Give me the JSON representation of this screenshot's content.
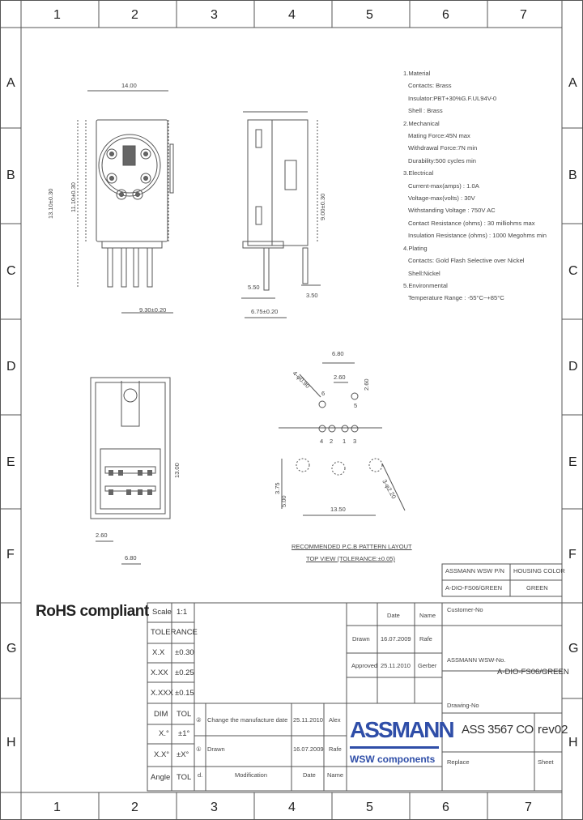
{
  "grid": {
    "cols": [
      "1",
      "2",
      "3",
      "4",
      "5",
      "6",
      "7"
    ],
    "rows": [
      "A",
      "B",
      "C",
      "D",
      "E",
      "F",
      "G",
      "H"
    ]
  },
  "material": [
    "1.Material",
    "Contacts: Brass",
    "Insulator:PBT+30%G.F.UL94V-0",
    "Shell :  Brass",
    "2.Mechanical",
    "Mating Force:45N max",
    "Withdrawal Force:7N min",
    "Durability:500 cycles min",
    "3.Electrical",
    "Current-max(amps) : 1.0A",
    "Voltage-max(volts) : 30V",
    "Withstanding Voltage : 750V AC",
    "Contact Resistance (ohms) : 30 milliohms max",
    "Insulation Resistance (ohms) : 1000 Megohms min",
    "4.Plating",
    "Contacts: Gold Flash Selective over Nickel",
    "Shell:Nickel",
    "5.Environmental",
    "Temperature Range : -55°C~+85°C"
  ],
  "dims": {
    "front_width": "14.00",
    "front_height_a": "13.10±0.30",
    "front_height_b": "11.10±0.30",
    "front_bottom": "9.30±0.20",
    "side_height": "9.00±0.30",
    "side_a": "5.50",
    "side_b": "3.50",
    "side_bottom": "6.75±0.20",
    "top_depth": "13.00",
    "top_a": "2.60",
    "top_b": "6.80",
    "pcb_a": "6.80",
    "pcb_b": "2.60",
    "pcb_c": "2.60",
    "pcb_d": "4-φ0.90",
    "pcb_e": "3.75",
    "pcb_f": "5.00",
    "pcb_g": "13.50",
    "pcb_h": "3-φ2.20"
  },
  "pin_labels": [
    "6",
    "5",
    "4",
    "2",
    "1",
    "3"
  ],
  "pcb_title": "RECOMMENDED P.C.B PATTERN LAYOUT",
  "pcb_subtitle": "TOP VIEW (TOLERANCE:±0.05)",
  "rohs": "RoHS compliant",
  "part": {
    "hdr_left": "ASSMANN WSW P/N",
    "hdr_right": "HOUSING COLOR",
    "val_left": "A-DIO-FS06/GREEN",
    "val_right": "GREEN"
  },
  "tolerance": {
    "scale_label": "Scale",
    "scale_value": "1:1",
    "tol_header": "TOLERANCE",
    "rows": [
      {
        "k": "X.X",
        "v": "±0.30"
      },
      {
        "k": "X.XX",
        "v": "±0.25"
      },
      {
        "k": "X.XXX",
        "v": "±0.15"
      }
    ],
    "dim_label": "DIM",
    "tol_label": "TOL",
    "angle_rows": [
      {
        "k": "X.°",
        "v": "±1°"
      },
      {
        "k": "X.X°",
        "v": "±X°"
      }
    ],
    "angle_label": "Angle",
    "angle_tol": "TOL"
  },
  "approval": {
    "date_hdr": "Date",
    "name_hdr": "Name",
    "drawn_label": "Drawn",
    "drawn_date": "16.07.2009",
    "drawn_name": "Rafe",
    "approved_label": "Approved",
    "approved_date": "25.11.2010",
    "approved_name": "Gerber"
  },
  "modifications": {
    "rows": [
      {
        "num": "②",
        "text": "Change the manufacture date",
        "date": "25.11.2010",
        "name": "Alex"
      },
      {
        "num": "①",
        "text": "Drawn",
        "date": "16.07.2009",
        "name": "Rafe"
      }
    ],
    "hdr_d": "d.",
    "hdr_mod": "Modification",
    "hdr_date": "Date",
    "hdr_name": "Name"
  },
  "customer": {
    "customer_no": "Customer-No",
    "assmann_no_label": "ASSMANN WSW-No.",
    "assmann_no": "A-DIO-FS06/GREEN",
    "drawing_no_label": "Drawing-No",
    "drawing_no": "ASS 3567 CO",
    "rev": "rev02",
    "replace_label": "Replace",
    "sheet_label": "Sheet"
  },
  "logo": {
    "main": "ASSMANN",
    "sub": "WSW components",
    "color": "#2f4ea8"
  }
}
